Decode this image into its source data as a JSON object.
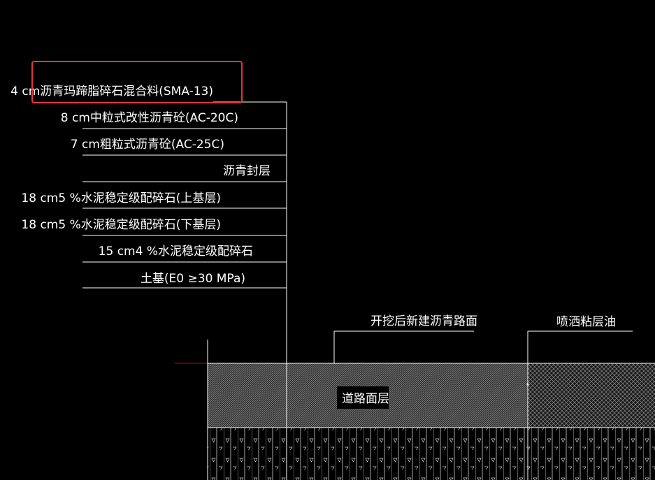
{
  "colors": {
    "background": "#000000",
    "line": "#ffffff",
    "highlight": "#e53935",
    "axis_red": "#cc0000",
    "label_box_bg": "#000000"
  },
  "layers": [
    {
      "label": "4 cm沥青玛蹄脂碎石混合料(SMA-13)",
      "highlighted": true
    },
    {
      "label": "8 cm中粒式改性沥青砼(AC-20C)"
    },
    {
      "label": "7 cm粗粒式沥青砼(AC-25C)"
    },
    {
      "label": "沥青封层"
    },
    {
      "label": "18 cm5 %水泥稳定级配碎石(上基层)"
    },
    {
      "label": "18 cm5 %水泥稳定级配碎石(下基层)"
    },
    {
      "label": "15 cm4 %水泥稳定级配碎石"
    },
    {
      "label": "土基(E0 ≥30 MPa)"
    }
  ],
  "callouts": {
    "new_pavement": "开挖后新建沥青路面",
    "tack_coat": "喷洒粘层油",
    "road_surface": "道路面层"
  }
}
